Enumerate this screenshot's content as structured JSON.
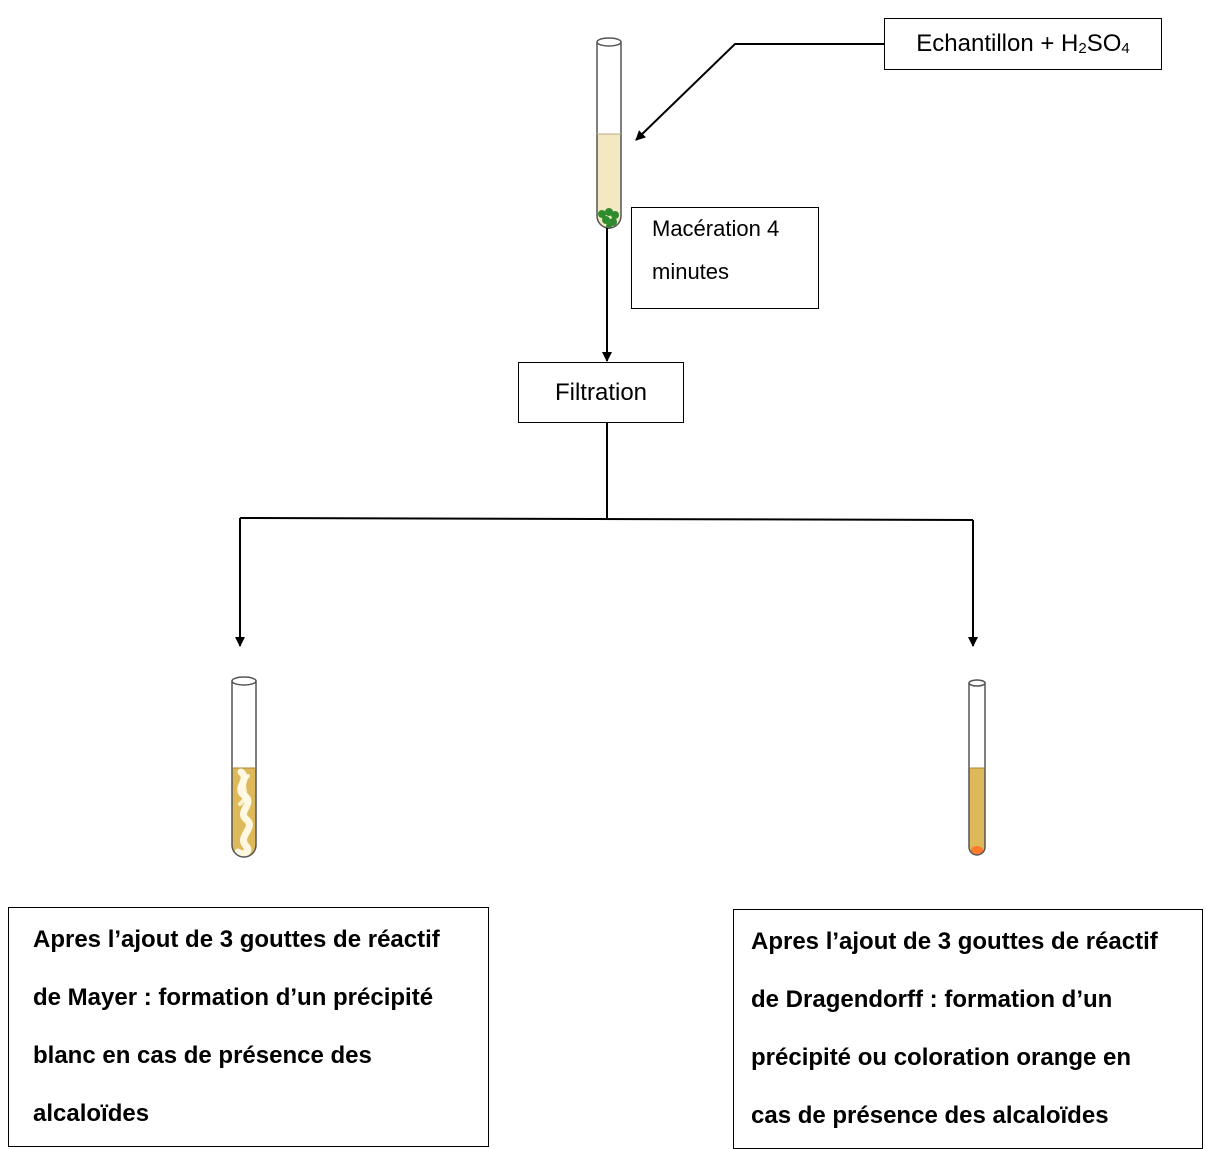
{
  "steps": {
    "sample": {
      "label_main": "Echantillon + H",
      "sub1": "2",
      "mid": "SO",
      "sub2": "4"
    },
    "maceration": {
      "line1": "Macération 4",
      "line2": "minutes"
    },
    "filtration": {
      "label": "Filtration"
    }
  },
  "results": {
    "mayer": {
      "line1": "Apres l’ajout de 3 gouttes de réactif",
      "line2": "de Mayer : formation d’un précipité",
      "line3": "blanc en cas de présence des",
      "line4": "alcaloïdes"
    },
    "dragendorff": {
      "line1": "Apres l’ajout de 3 gouttes de réactif",
      "line2": "de Dragendorff : formation d’un",
      "line3": "précipité ou coloration orange en",
      "line4": "cas de présence des alcaloïdes"
    }
  },
  "colors": {
    "sample_liquid": "#F4E8C1",
    "sample_sediment": "#2E8B2E",
    "mayer_liquid": "#DDB95A",
    "mayer_precipitate": "#FFFBEA",
    "drag_liquid": "#DDB95A",
    "drag_precipitate": "#FF7A2A"
  }
}
